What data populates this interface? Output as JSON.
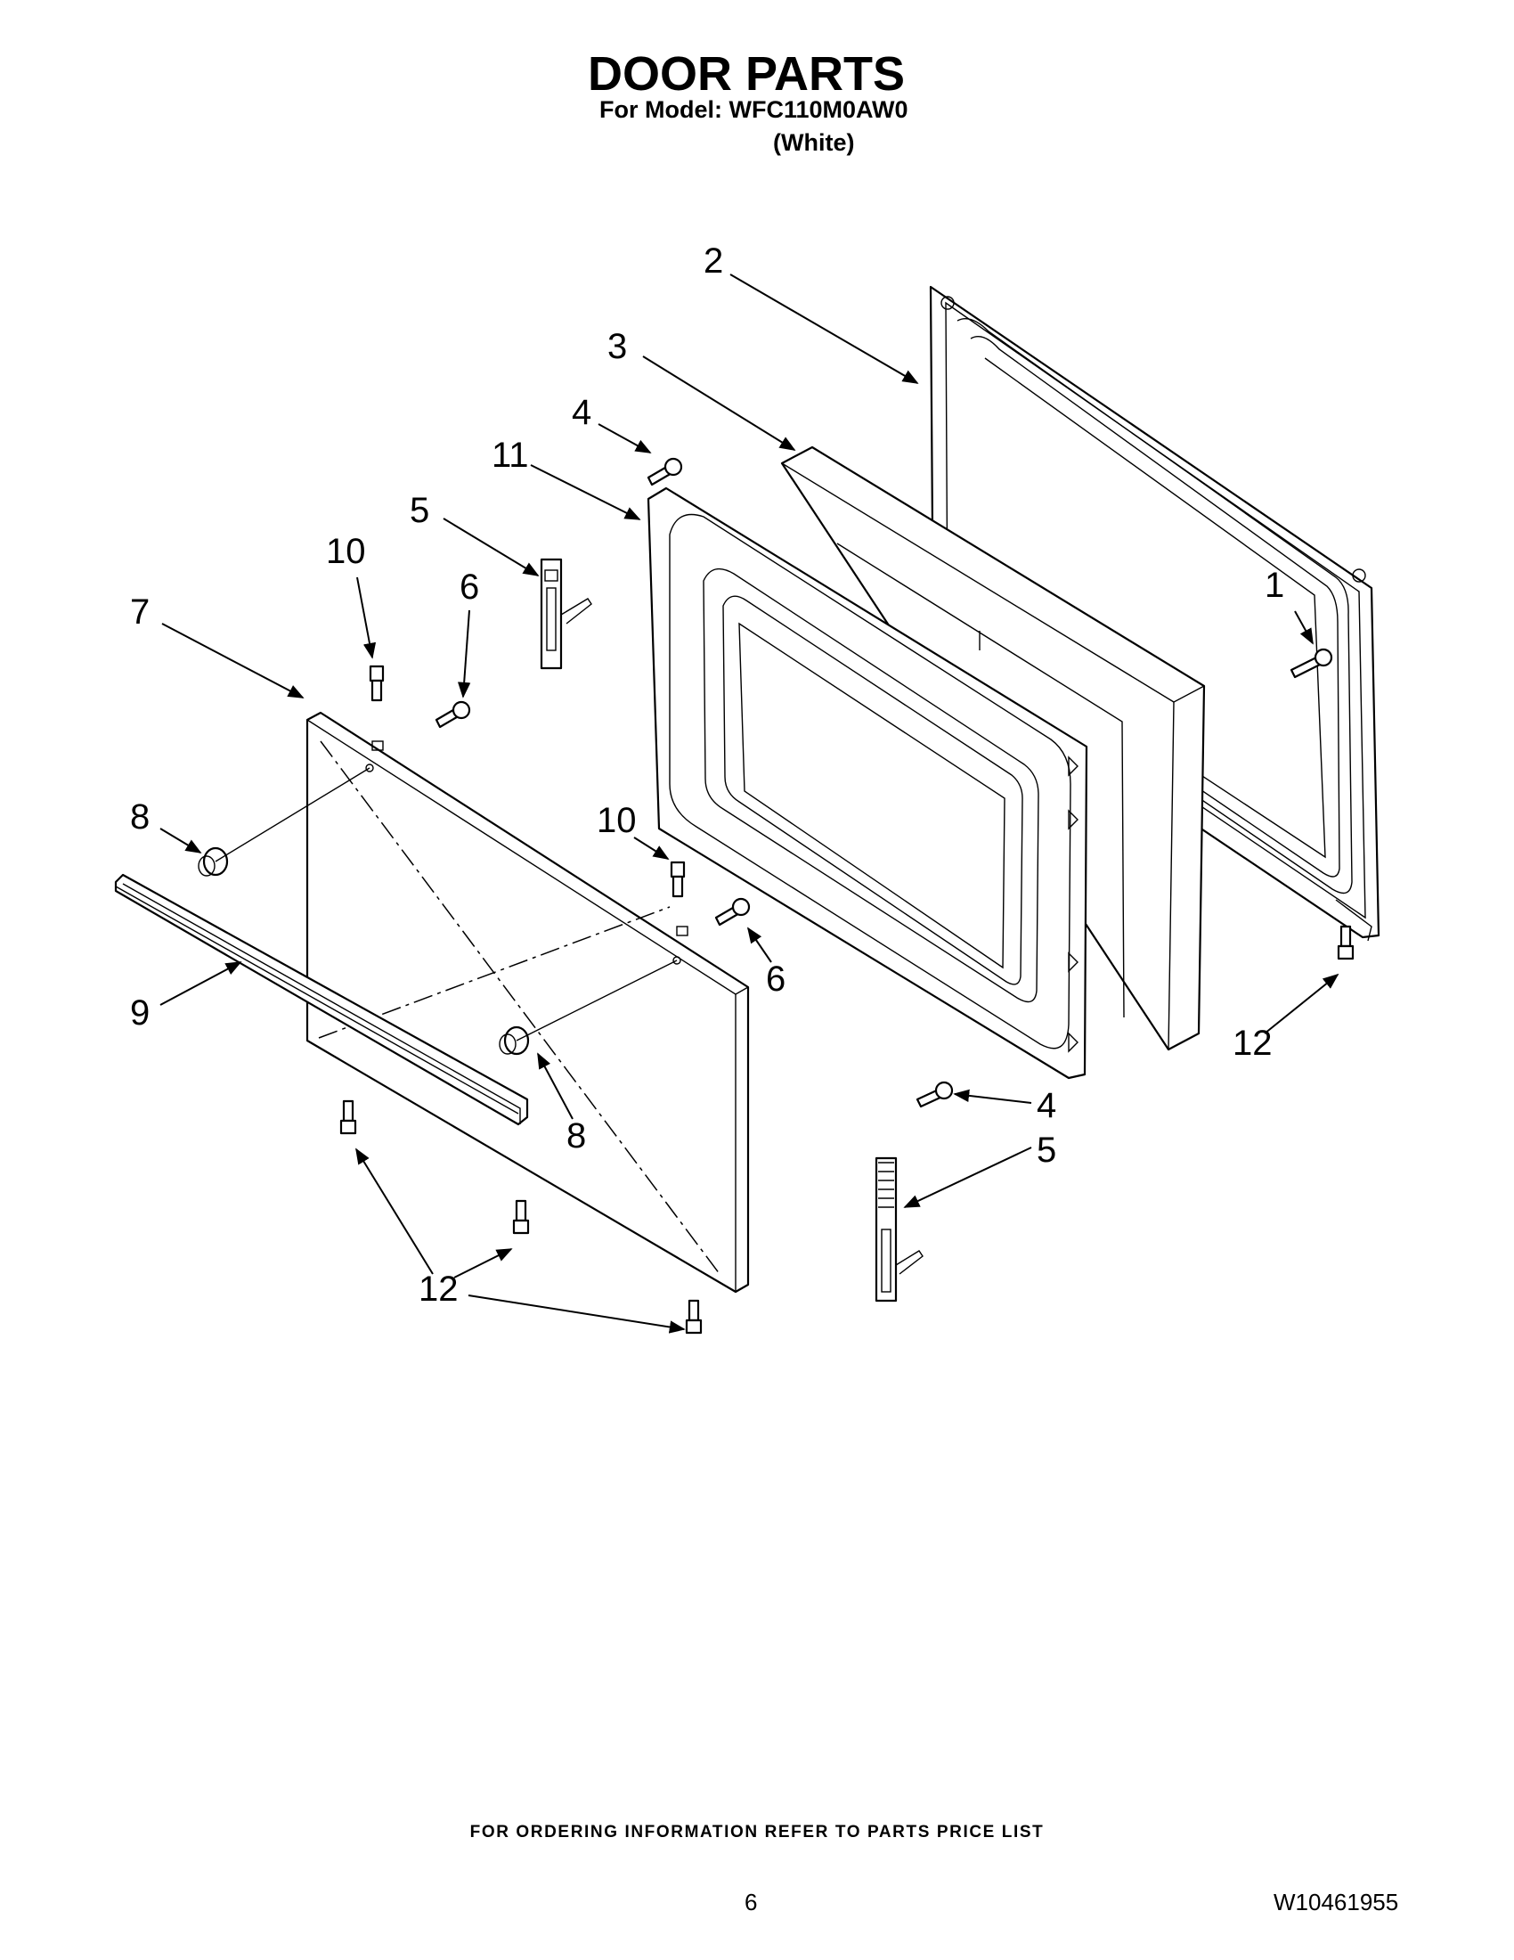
{
  "header": {
    "title": "DOOR PARTS",
    "model_line": "For Model: WFC110M0AW0",
    "color_line": "(White)"
  },
  "callouts": {
    "c1": "1",
    "c2": "2",
    "c3": "3",
    "c4a": "4",
    "c4b": "4",
    "c5a": "5",
    "c5b": "5",
    "c6a": "6",
    "c6b": "6",
    "c7": "7",
    "c8a": "8",
    "c8b": "8",
    "c9": "9",
    "c10a": "10",
    "c10b": "10",
    "c11": "11",
    "c12a": "12",
    "c12b": "12"
  },
  "footer": {
    "ordering_note": "FOR ORDERING INFORMATION REFER TO PARTS PRICE LIST",
    "page_number": "6",
    "document_number": "W10461955"
  }
}
